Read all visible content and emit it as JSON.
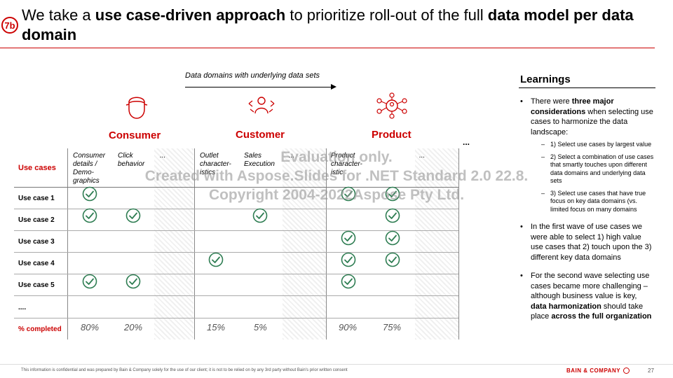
{
  "slide": {
    "badge": "7b",
    "title": {
      "p1": "We take a ",
      "b1": "use case-driven approach",
      "p2": " to prioritize roll-out of the full ",
      "b2": "data model per data domain"
    }
  },
  "domains": {
    "caption": "Data domains with underlying data sets",
    "labels": [
      "Consumer",
      "Customer",
      "Product"
    ],
    "more": "...",
    "icons": [
      "person-icon",
      "group-icon",
      "network-icon"
    ]
  },
  "table": {
    "header_label": "Use cases",
    "columns": [
      "Consumer details / Demo-graphics",
      "Click behavior",
      "...",
      "Outlet character-istics",
      "Sales Execution",
      "...",
      "Product character-istic",
      "",
      "..."
    ],
    "rows": [
      {
        "label": "Use case 1",
        "checks": [
          0,
          6,
          7
        ]
      },
      {
        "label": "Use case 2",
        "checks": [
          0,
          1,
          4,
          7
        ]
      },
      {
        "label": "Use case 3",
        "checks": [
          6,
          7
        ]
      },
      {
        "label": "Use case 4",
        "checks": [
          3,
          6,
          7
        ]
      },
      {
        "label": "Use case 5",
        "checks": [
          0,
          1,
          6
        ]
      },
      {
        "label": "....",
        "checks": []
      }
    ],
    "completed_label": "% completed",
    "completed": [
      "80%",
      "20%",
      "",
      "15%",
      "5%",
      "",
      "90%",
      "75%",
      ""
    ]
  },
  "learnings": {
    "title": "Learnings",
    "items": [
      {
        "parts": [
          {
            "t": "There were "
          },
          {
            "t": "three major considerations",
            "b": true
          },
          {
            "t": " when selecting use cases to harmonize the data landscape:"
          }
        ],
        "sub": [
          "1) Select use cases by largest value",
          "2) Select a combination of use cases that smartly touches upon different data domains and underlying data sets",
          "3) Select use cases that have true focus on key data domains (vs. limited focus on many domains"
        ]
      },
      {
        "parts": [
          {
            "t": "In the first wave of use cases we were able to select 1) high value use cases that 2) touch upon the 3) different key data domains"
          }
        ],
        "sub": []
      },
      {
        "parts": [
          {
            "t": "For the second wave selecting use cases became more challenging –  although business value is key, "
          },
          {
            "t": "data harmonization",
            "b": true
          },
          {
            "t": " should take place "
          },
          {
            "t": "across the full organization",
            "b": true
          }
        ],
        "sub": []
      }
    ]
  },
  "watermark": {
    "line1": "Evaluation only.",
    "line2": "Created with Aspose.Slides for .NET Standard 2.0 22.8.",
    "line3": "Copyright 2004-2022Aspose Pty Ltd."
  },
  "footer": {
    "disclaimer": "This information is confidential and was prepared by Bain & Company solely for the use of our client; it is not to be relied on by any 3rd party without Bain's prior written consent",
    "brand": "BAIN & COMPANY",
    "page": "27"
  },
  "colors": {
    "accent": "#cc0000",
    "check": "#2e7d52"
  }
}
